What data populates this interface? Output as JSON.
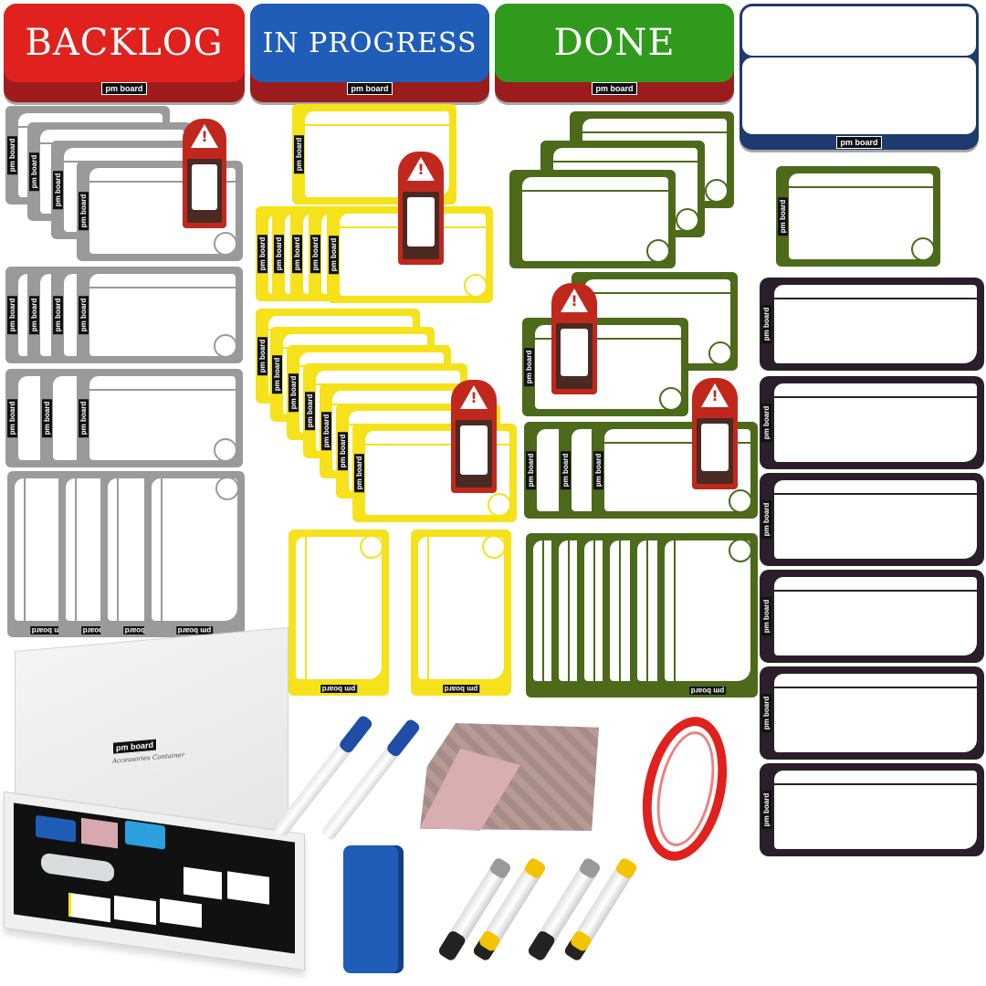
{
  "headers": {
    "backlog": {
      "label": "BACKLOG",
      "color": "#e0211d",
      "base": "#b0201d"
    },
    "in_progress": {
      "label": "IN PROGRESS",
      "color": "#1f5db8",
      "base": "#a81e1e"
    },
    "done": {
      "label": "DONE",
      "color": "#2f9a1c",
      "base": "#a81e1e"
    },
    "blank": {
      "label": "",
      "color": "#ffffff",
      "base": "#1e3a6e"
    }
  },
  "brand": {
    "logo": "pm board",
    "box_caption": "Accessories Container"
  },
  "colors": {
    "backlog_cards": "#9a9a9a",
    "progress_cards": "#f5e21a",
    "done_cards": "#4c6a1a",
    "blank_cards": "#2a1e2a",
    "warning_tag": "#c0281e"
  },
  "icons": {
    "warning": "warning-triangle-icon",
    "ring": "ring-hole-icon"
  }
}
